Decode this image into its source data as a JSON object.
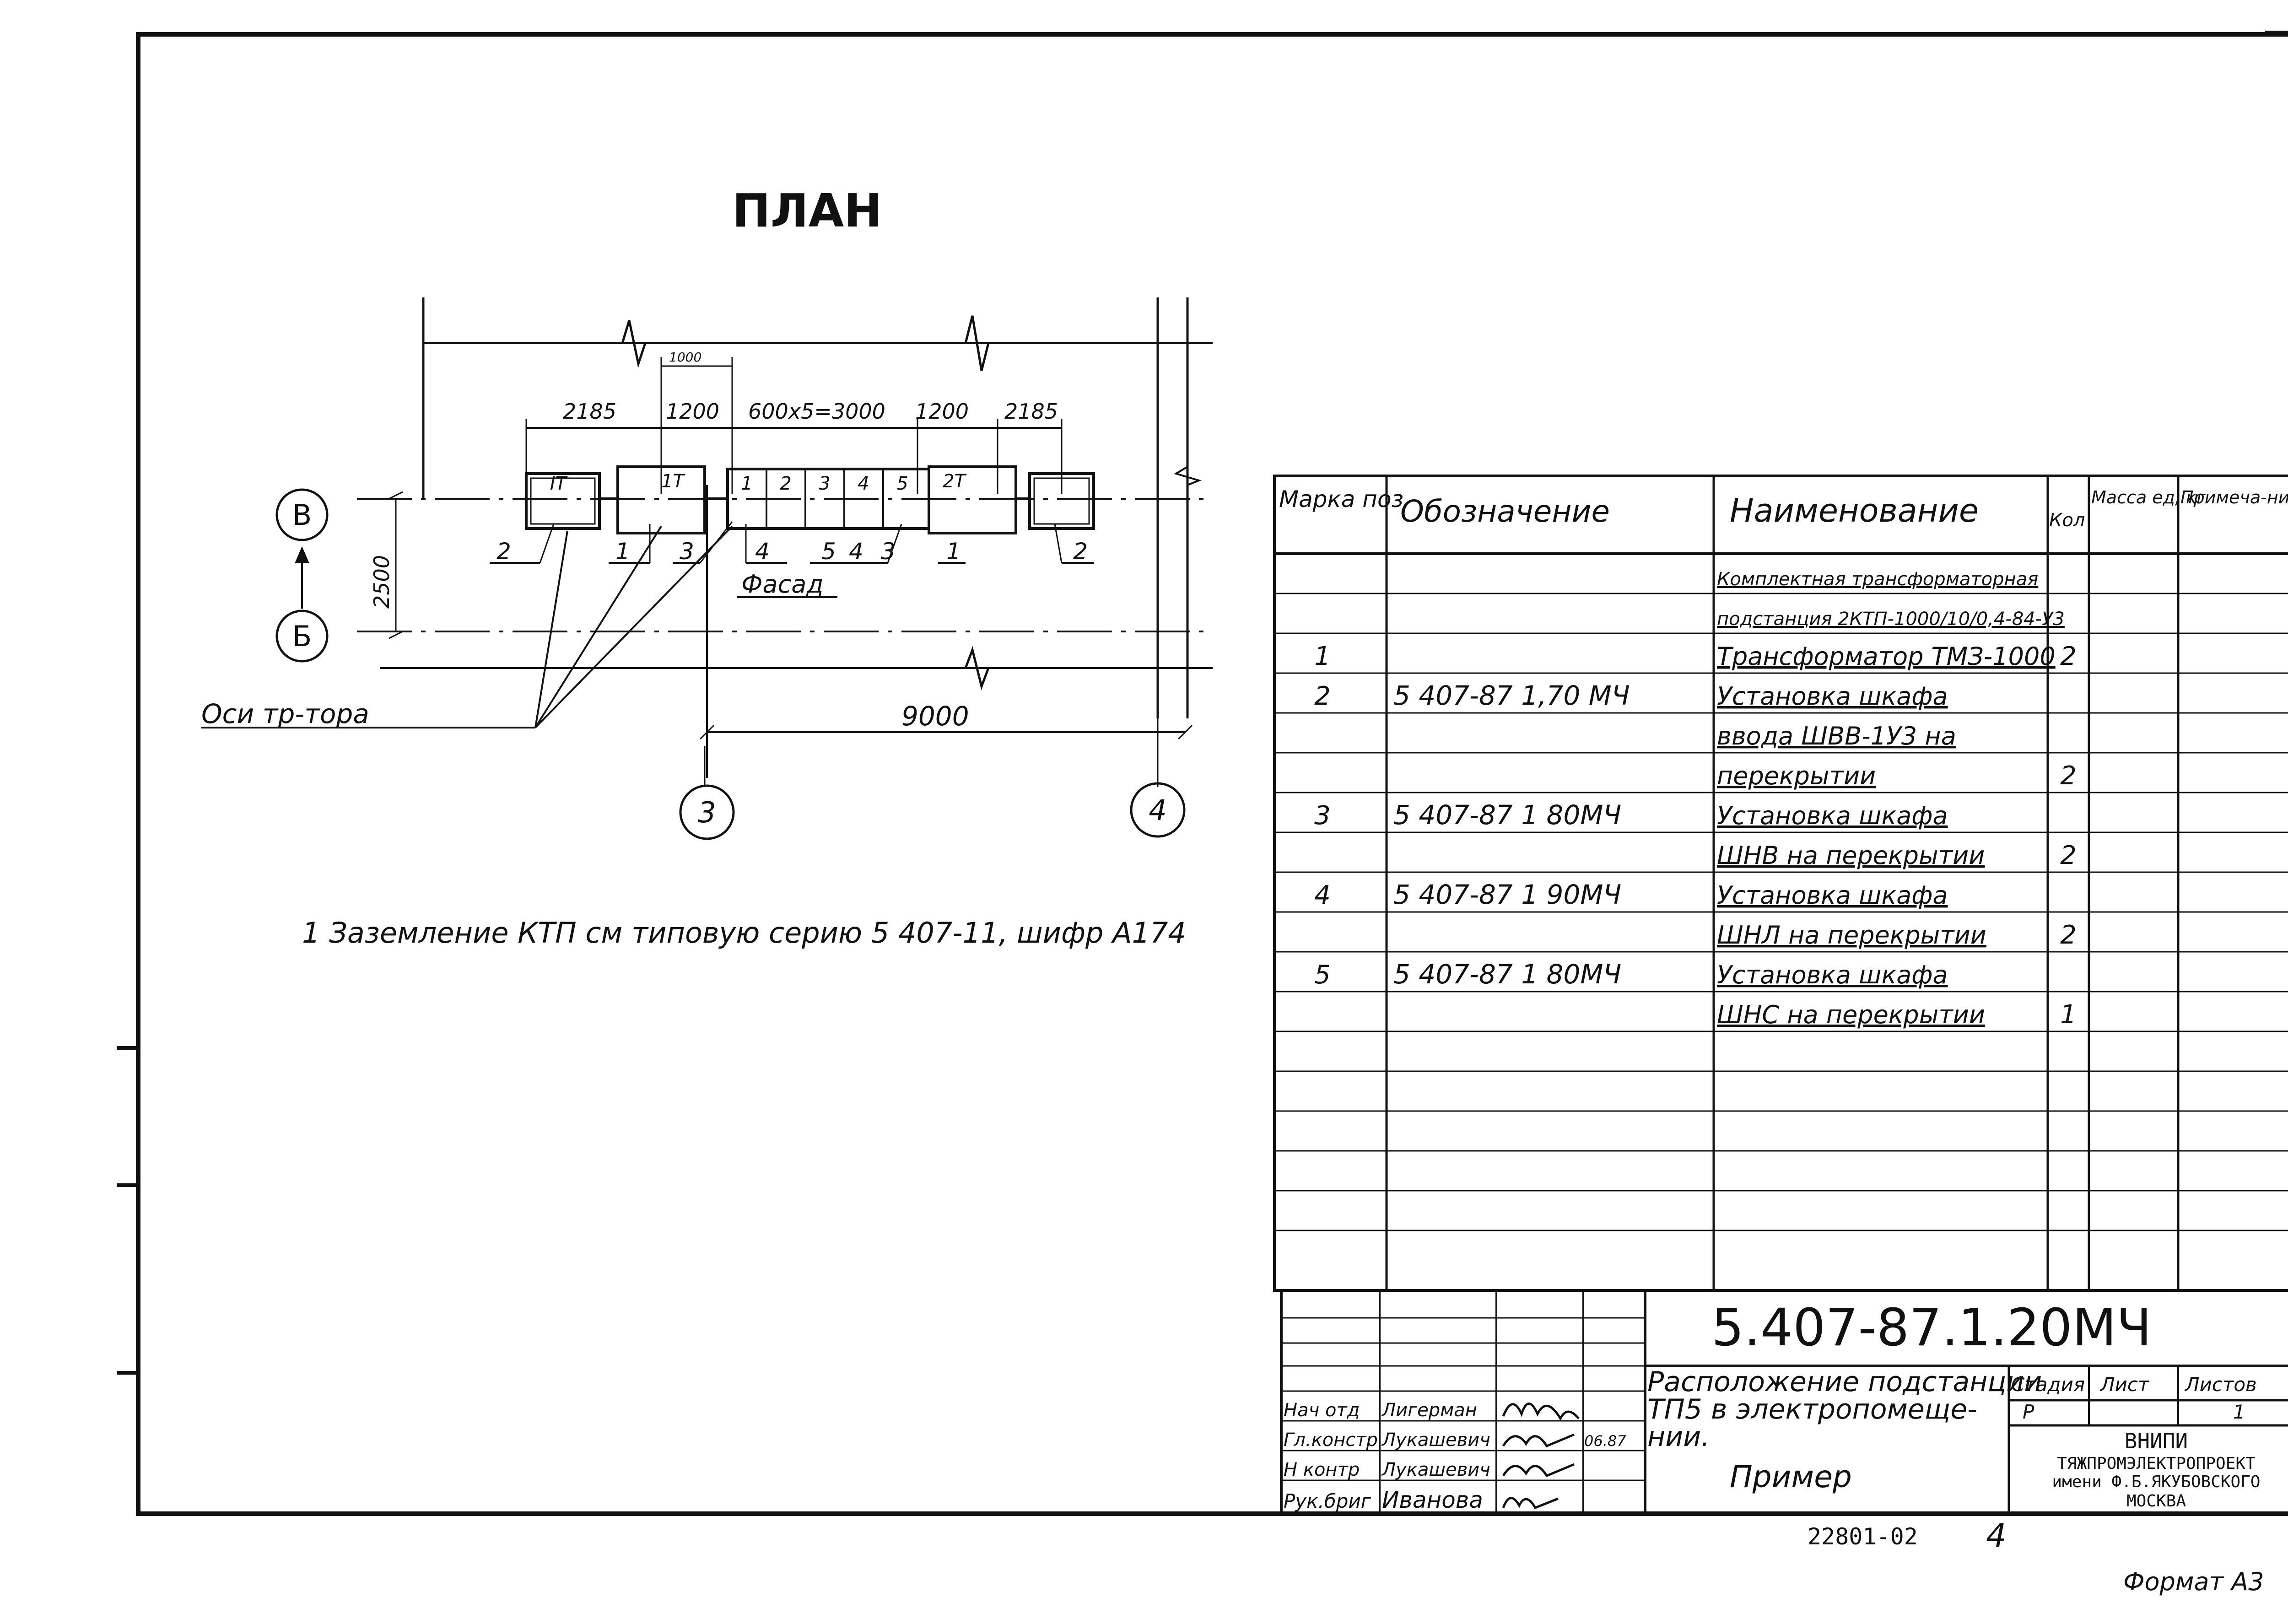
{
  "plan": {
    "title": "ПЛАН",
    "dims": {
      "d1000": "1000",
      "d2185_left": "2185",
      "d1200": "1200",
      "d600x5": "600х5=3000",
      "d1200_b": "1200",
      "d2185_right": "2185",
      "d2500": "2500",
      "d9000": "9000"
    },
    "axes": {
      "b_upper": "В",
      "b_lower": "Б",
      "n3": "3",
      "n4": "4"
    },
    "boxes": {
      "t_left": "IT",
      "t_mid": "1T",
      "c1": "1",
      "c2": "2",
      "c3": "3",
      "c4": "4",
      "c5": "5",
      "t_right": "2T"
    },
    "labels": {
      "l2a": "2",
      "l1a": "1",
      "l3a": "3",
      "l4": "4",
      "l5": "5",
      "l4b": "4",
      "l3b": "3",
      "l1b": "1",
      "l2b": "2",
      "facade": "Фасад",
      "axes_label": "Оси тр-тора"
    },
    "note": "1 Заземление КТП см типовую серию 5 407-11, шифр А174"
  },
  "spec": {
    "headers": {
      "mark": "Марка поз",
      "designation": "Обозначение",
      "name": "Наименование",
      "qty": "Кол",
      "mass": "Масса ед, кг",
      "note": "Примеча-ние"
    },
    "rows": [
      {
        "mark": "",
        "designation": "",
        "name": "Комплектная трансформаторная",
        "qty": ""
      },
      {
        "mark": "",
        "designation": "",
        "name": "подстанция 2КТП-1000/10/0,4-84-У3",
        "qty": ""
      },
      {
        "mark": "1",
        "designation": "",
        "name": "Трансформатор ТМЗ-1000",
        "qty": "2"
      },
      {
        "mark": "2",
        "designation": "5 407-87 1,70 МЧ",
        "name": "Установка шкафа",
        "qty": ""
      },
      {
        "mark": "",
        "designation": "",
        "name": "ввода ШВВ-1У3 на",
        "qty": ""
      },
      {
        "mark": "",
        "designation": "",
        "name": "перекрытии",
        "qty": "2"
      },
      {
        "mark": "3",
        "designation": "5 407-87 1 80МЧ",
        "name": "Установка шкафа",
        "qty": ""
      },
      {
        "mark": "",
        "designation": "",
        "name": "ШНВ на перекрытии",
        "qty": "2"
      },
      {
        "mark": "4",
        "designation": "5 407-87 1 90МЧ",
        "name": "Установка шкафа",
        "qty": ""
      },
      {
        "mark": "",
        "designation": "",
        "name": "ШНЛ на перекрытии",
        "qty": "2"
      },
      {
        "mark": "5",
        "designation": "5 407-87 1 80МЧ",
        "name": "Установка шкафа",
        "qty": ""
      },
      {
        "mark": "",
        "designation": "",
        "name": "ШНС на перекрытии",
        "qty": "1"
      }
    ]
  },
  "stamp": {
    "code": "5.407-87.1.20МЧ",
    "title_line1": "Расположение подстанции",
    "title_line2": "ТП5 в электропомеще-",
    "title_line3": "нии.",
    "example": "Пример",
    "stage_h": "Стадия",
    "sheet_h": "Лист",
    "sheets_h": "Листов",
    "stage": "Р",
    "sheets": "1",
    "org1": "ВНИПИ",
    "org2": "ТЯЖПРОМЭЛЕКТРОПРОЕКТ",
    "org3": "имени Ф.Б.ЯКУБОВСКОГО",
    "org4": "МОСКВА",
    "date": "06.87",
    "people": [
      {
        "role": "Нач отд",
        "name": "Лигерман"
      },
      {
        "role": "Гл.констр",
        "name": "Лукашевич"
      },
      {
        "role": "Н контр",
        "name": "Лукашевич"
      },
      {
        "role": "Рук.бриг",
        "name": "Иванова"
      }
    ],
    "drawing_no": "22801-02",
    "page_no": "4",
    "format": "Формат А3"
  }
}
